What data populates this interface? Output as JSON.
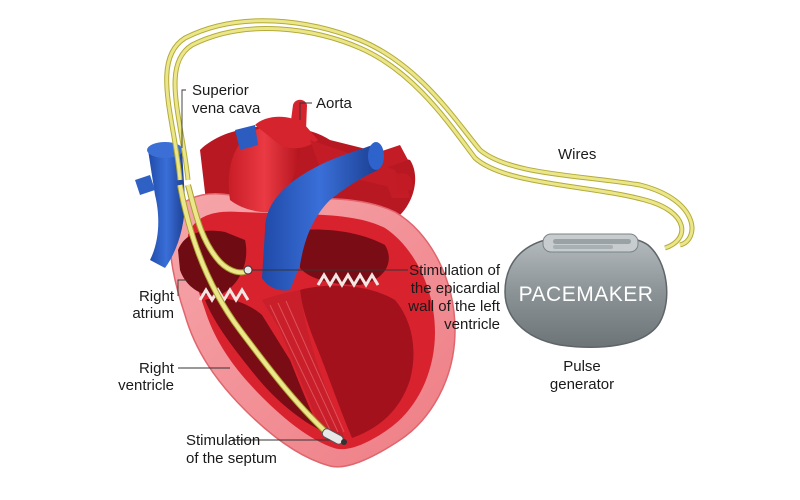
{
  "labels": {
    "superior_vena_cava": [
      "Superior",
      "vena cava"
    ],
    "aorta": "Aorta",
    "wires": "Wires",
    "right_atrium": [
      "Right",
      "atrium"
    ],
    "right_ventricle": [
      "Right",
      "ventricle"
    ],
    "stimulation_septum": [
      "Stimulation",
      "of the septum"
    ],
    "stimulation_left_ventricle": [
      "Stimulation of",
      "the epicardial",
      "wall of the left",
      "ventricle"
    ],
    "pulse_generator": [
      "Pulse",
      "generator"
    ]
  },
  "device": {
    "name": "PACEMAKER"
  },
  "colors": {
    "heart_red": "#d8232f",
    "heart_dark": "#8f0f1a",
    "heart_wall": "#f28f95",
    "vein_blue": "#2a5bc4",
    "vein_dark": "#163c8f",
    "wire_yellow": "#e6e07a",
    "device_gray": "#8a9296"
  }
}
